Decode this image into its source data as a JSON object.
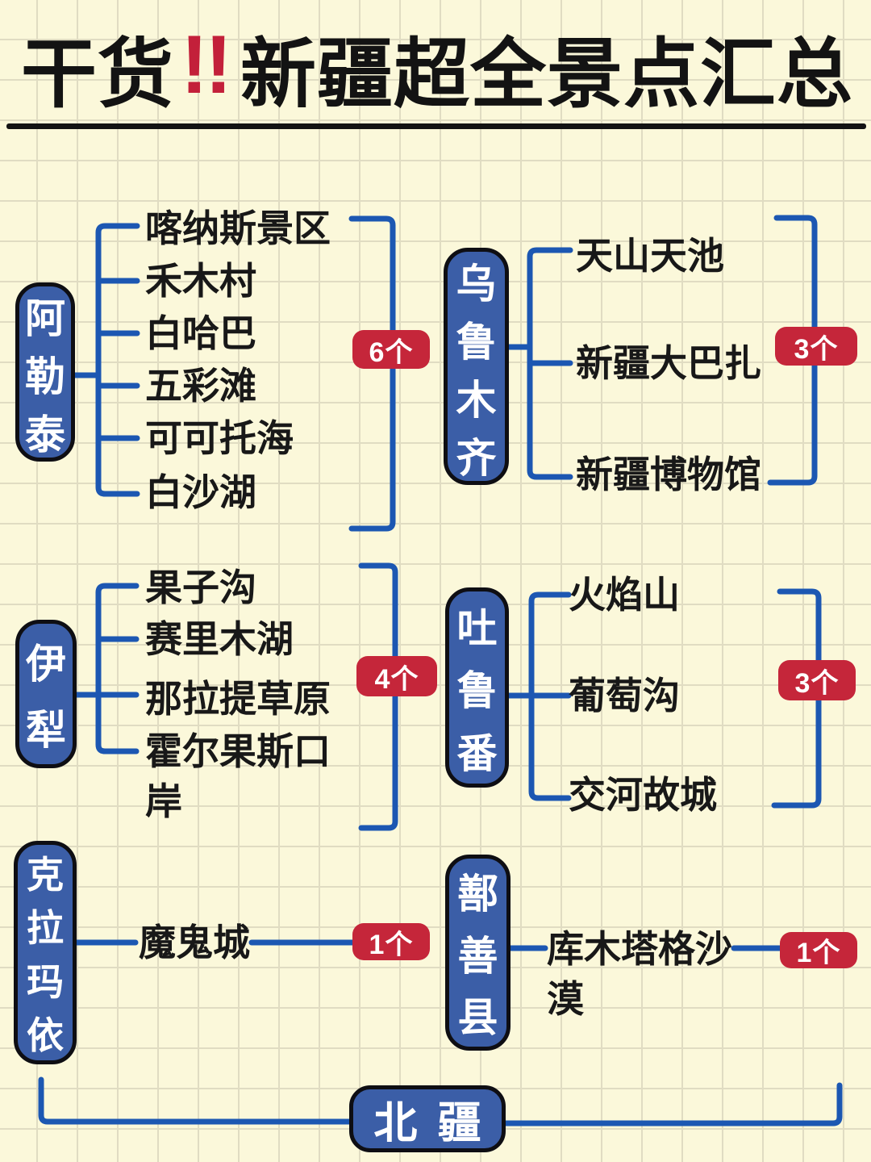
{
  "title": {
    "prefix": "干货",
    "emphasis": "!!",
    "suffix": "新疆超全景点汇总"
  },
  "colors": {
    "background": "#fbf8da",
    "grid_line": "#e0dcc2",
    "region_box_blue": "#3b5ea7",
    "connector_blue": "#1c57b2",
    "badge_red": "#c5263a",
    "title_black": "#131313",
    "emphasis_red": "#c3203a"
  },
  "groups": [
    {
      "region": "阿勒泰",
      "count_label": "6个",
      "items": [
        "喀纳斯景区",
        "禾木村",
        "白哈巴",
        "五彩滩",
        "可可托海",
        "白沙湖"
      ]
    },
    {
      "region": "乌鲁木齐",
      "count_label": "3个",
      "items": [
        "天山天池",
        "新疆大巴扎",
        "新疆博物馆"
      ]
    },
    {
      "region": "伊犁",
      "count_label": "4个",
      "items": [
        "果子沟",
        "赛里木湖",
        "那拉提草原",
        "霍尔果斯口岸"
      ]
    },
    {
      "region": "吐鲁番",
      "count_label": "3个",
      "items": [
        "火焰山",
        "葡萄沟",
        "交河故城"
      ]
    },
    {
      "region": "克拉玛依",
      "count_label": "1个",
      "items": [
        "魔鬼城"
      ]
    },
    {
      "region": "鄯善县",
      "count_label": "1个",
      "items": [
        "库木塔格沙漠"
      ]
    }
  ],
  "footer": {
    "label": "北疆"
  }
}
